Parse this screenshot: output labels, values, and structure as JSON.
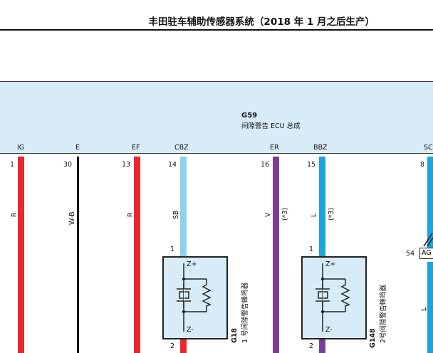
{
  "page_title": "丰田驻车辅助传感器系统（2018 年 1 月之后生产）",
  "ecu": {
    "code": "G59",
    "name": "间隙警告 ECU 总成"
  },
  "terminals": [
    {
      "name": "IG",
      "pin": "1",
      "wire_color": "R",
      "note": "",
      "color": "#e8282e"
    },
    {
      "name": "E",
      "pin": "30",
      "wire_color": "W-B",
      "note": "",
      "color": "#111111"
    },
    {
      "name": "EF",
      "pin": "13",
      "wire_color": "R",
      "note": "",
      "color": "#e8282e"
    },
    {
      "name": "CBZ",
      "pin": "14",
      "wire_color": "SB",
      "note": "",
      "color": "#8fd0ee"
    },
    {
      "name": "ER",
      "pin": "16",
      "wire_color": "V",
      "note": "(*3)",
      "color": "#7a3d96"
    },
    {
      "name": "BBZ",
      "pin": "15",
      "wire_color": "L",
      "note": "(*3)",
      "color": "#1aa5de"
    },
    {
      "name": "SC",
      "pin": "8",
      "wire_color": "L",
      "note": "",
      "color": "#1aa5de"
    }
  ],
  "buzzers": [
    {
      "code": "G18",
      "name": "1 号间隙警告蜂鸣器",
      "pin_top": "1",
      "pin_bottom": "2",
      "plus": "Z+",
      "minus": "Z-"
    },
    {
      "code": "G148",
      "name": "2号间隙警告蜂鸣器",
      "pin_top": "1",
      "pin_bottom": "2",
      "plus": "Z+",
      "minus": "Z-"
    }
  ],
  "connector_tag": {
    "pin": "54",
    "label": "AG"
  }
}
